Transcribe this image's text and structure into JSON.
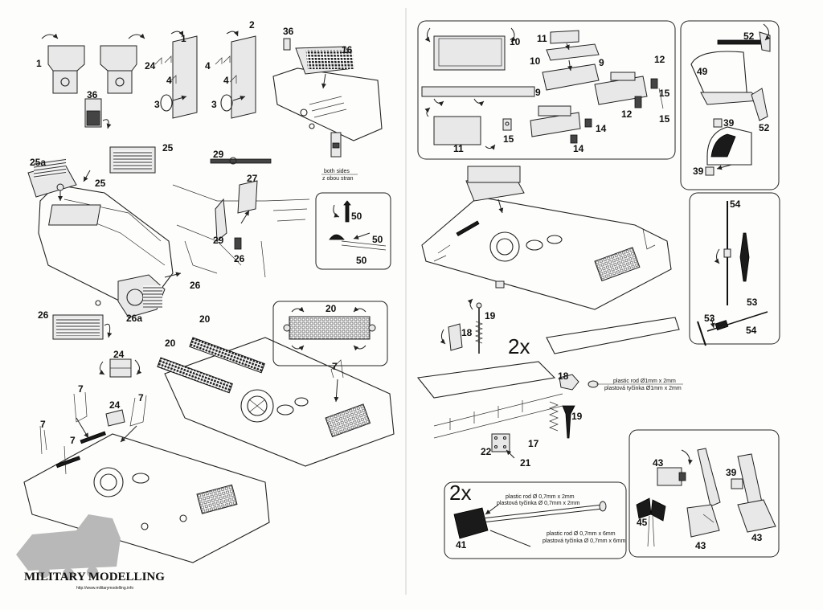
{
  "labels": {
    "p1": "1",
    "p1b": "1",
    "p24": "24",
    "p4a": "4",
    "p4b": "4",
    "p3": "3",
    "p36": "36",
    "p2": "2",
    "p4c": "4",
    "p4d": "4",
    "p3b": "3",
    "p36b": "36",
    "p16": "16",
    "p25a": "25a",
    "p25": "25",
    "p25b": "25",
    "p29": "29",
    "p27": "27",
    "p29b": "29",
    "p26": "26",
    "p26b": "26",
    "p26a": "26a",
    "p26c": "26",
    "p50a": "50",
    "p50b": "50",
    "p50c": "50",
    "p20a": "20",
    "p20b": "20",
    "p20c": "20",
    "p24b": "24",
    "p24c": "24",
    "p7a": "7",
    "p7b": "7",
    "p7c": "7",
    "p7d": "7",
    "p7e": "7",
    "p10a": "10",
    "p10b": "10",
    "p11a": "11",
    "p9a": "9",
    "p9b": "9",
    "p11b": "11",
    "p15a": "15",
    "p12a": "12",
    "p12b": "12",
    "p15b": "15",
    "p15c": "15",
    "p14a": "14",
    "p14b": "14",
    "p52a": "52",
    "p49": "49",
    "p52b": "52",
    "p39a": "39",
    "p39b": "39",
    "p54a": "54",
    "p53a": "53",
    "p53b": "53",
    "p54b": "54",
    "p19a": "19",
    "p18a": "18",
    "p18b": "18",
    "p19b": "19",
    "p17": "17",
    "p22": "22",
    "p21": "21",
    "p43a": "43",
    "p39c": "39",
    "p45": "45",
    "p43b": "43",
    "p43c": "43",
    "p41": "41"
  },
  "notes": {
    "both_sides_en": "both sides",
    "both_sides_cz": "z obou stran",
    "twice_a": "2x",
    "twice_b": "2x",
    "rod1_en": "plastic rod Ø1mm x 2mm",
    "rod1_cz": "plastová tyčinka Ø1mm x 2mm",
    "rod2_en": "plastic rod Ø 0,7mm x 2mm",
    "rod2_cz": "plastová tyčinka Ø 0,7mm x 2mm",
    "rod3_en": "plastic rod Ø 0,7mm x 6mm",
    "rod3_cz": "plastová tyčinka Ø 0,7mm x 6mm"
  },
  "watermark": {
    "brand": "MILITARY MODELLING",
    "url": "http://www.militarymodelling.info"
  }
}
